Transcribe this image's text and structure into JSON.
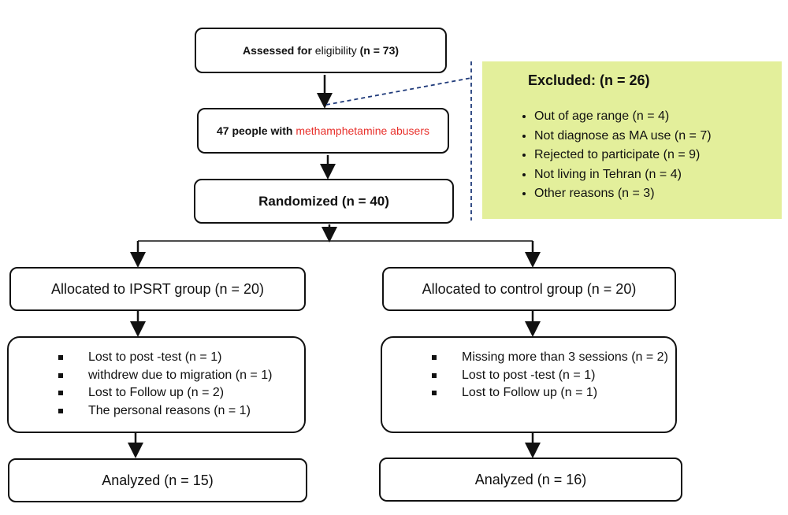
{
  "assessed": {
    "prefix": "Assessed for ",
    "word": "eligibility",
    "count": " (n = 73)"
  },
  "people": {
    "prefix": "47 people with ",
    "highlight": "methamphetamine abusers"
  },
  "randomized": "Randomized (n = 40)",
  "excluded": {
    "title": "Excluded: (n = 26)",
    "items": [
      "Out of age range (n = 4)",
      "Not diagnose as MA use (n = 7)",
      "Rejected to participate (n = 9)",
      "Not living in Tehran (n = 4)",
      "Other reasons (n = 3)"
    ]
  },
  "ipsrt": {
    "allocated": "Allocated to IPSRT group (n = 20)",
    "losses": [
      "Lost to post -test (n = 1)",
      "withdrew due to migration (n = 1)",
      "Lost to Follow up (n = 2)",
      "The personal reasons (n = 1)"
    ],
    "analyzed": "Analyzed (n = 15)"
  },
  "control": {
    "allocated": "Allocated to control group (n = 20)",
    "losses": [
      "Missing more than 3 sessions (n = 2)",
      "Lost to post -test (n = 1)",
      "Lost to Follow up (n = 1)"
    ],
    "analyzed": "Analyzed (n = 16)"
  },
  "colors": {
    "highlight": "#e8302b",
    "excluded_bg": "#e3ef9b",
    "dashed": "#1f3a7a"
  }
}
